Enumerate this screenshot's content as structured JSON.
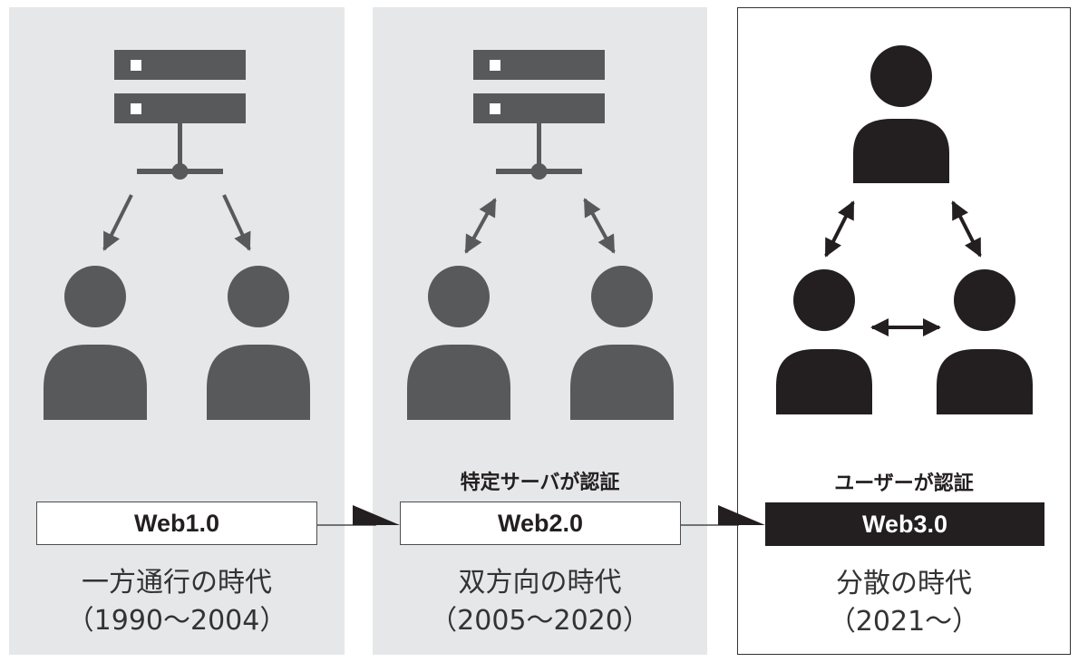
{
  "colors": {
    "panel_bg": "#e6e7e8",
    "web1_icon": "#58595b",
    "web2_icon": "#58595b",
    "web3_icon": "#231f20"
  },
  "panels": [
    {
      "label": "Web1.0",
      "caption": "",
      "era_name": "一方通行の時代",
      "era_years": "（1990～2004）",
      "icons": [
        "server-icon",
        "user-icon",
        "user-icon"
      ]
    },
    {
      "label": "Web2.0",
      "caption": "特定サーバが認証",
      "era_name": "双方向の時代",
      "era_years": "（2005～2020）",
      "icons": [
        "server-icon",
        "user-icon",
        "user-icon"
      ]
    },
    {
      "label": "Web3.0",
      "caption": "ユーザーが認証",
      "era_name": "分散の時代",
      "era_years": "（2021～）",
      "icons": [
        "user-icon",
        "user-icon",
        "user-icon"
      ]
    }
  ]
}
